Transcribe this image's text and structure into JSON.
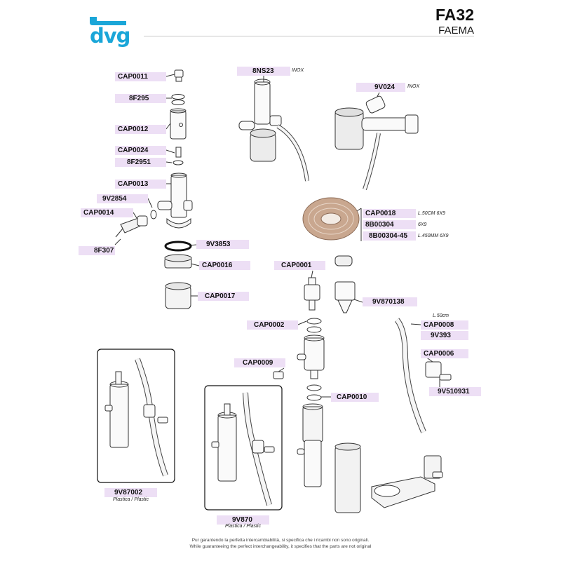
{
  "header": {
    "logo_text": "dvg",
    "model": "FA32",
    "brand": "FAEMA"
  },
  "parts": {
    "cap0011": "CAP0011",
    "f295": "8F295",
    "cap0012": "CAP0012",
    "cap0024": "CAP0024",
    "f2951": "8F2951",
    "cap0013": "CAP0013",
    "v2854": "9V2854",
    "cap0014": "CAP0014",
    "f307": "8F307",
    "ns23": "8NS23",
    "v024": "9V024",
    "cap0018": "CAP0018",
    "b00304": "8B00304",
    "b00304_45": "8B00304-45",
    "v3853": "9V3853",
    "cap0016": "CAP0016",
    "cap0017": "CAP0017",
    "cap0001": "CAP0001",
    "v870138": "9V870138",
    "cap0002": "CAP0002",
    "cap0008": "CAP0008",
    "v393": "9V393",
    "cap0006": "CAP0006",
    "v510931": "9V510931",
    "cap0009": "CAP0009",
    "cap0010": "CAP0010",
    "v87002": "9V87002",
    "v870": "9V870"
  },
  "notes": {
    "inox_1": "INOX",
    "inox_2": "INOX",
    "cap0018_spec": "L.50CM 6X9",
    "b00304_spec": "6X9",
    "b00304_45_spec": "L.450MM 6X9",
    "cap0008_len": "L.50cm"
  },
  "captions": {
    "v87002": "Plastica / Plastic",
    "v870": "Plastica / Plastic"
  },
  "footer": {
    "line1": "Pur garantendo la perfetta intercambiabilità, si specifica che i ricambi non sono originali.",
    "line2": "While guaranteeing the perfect interchangeability, it specifies that the parts are not original"
  }
}
